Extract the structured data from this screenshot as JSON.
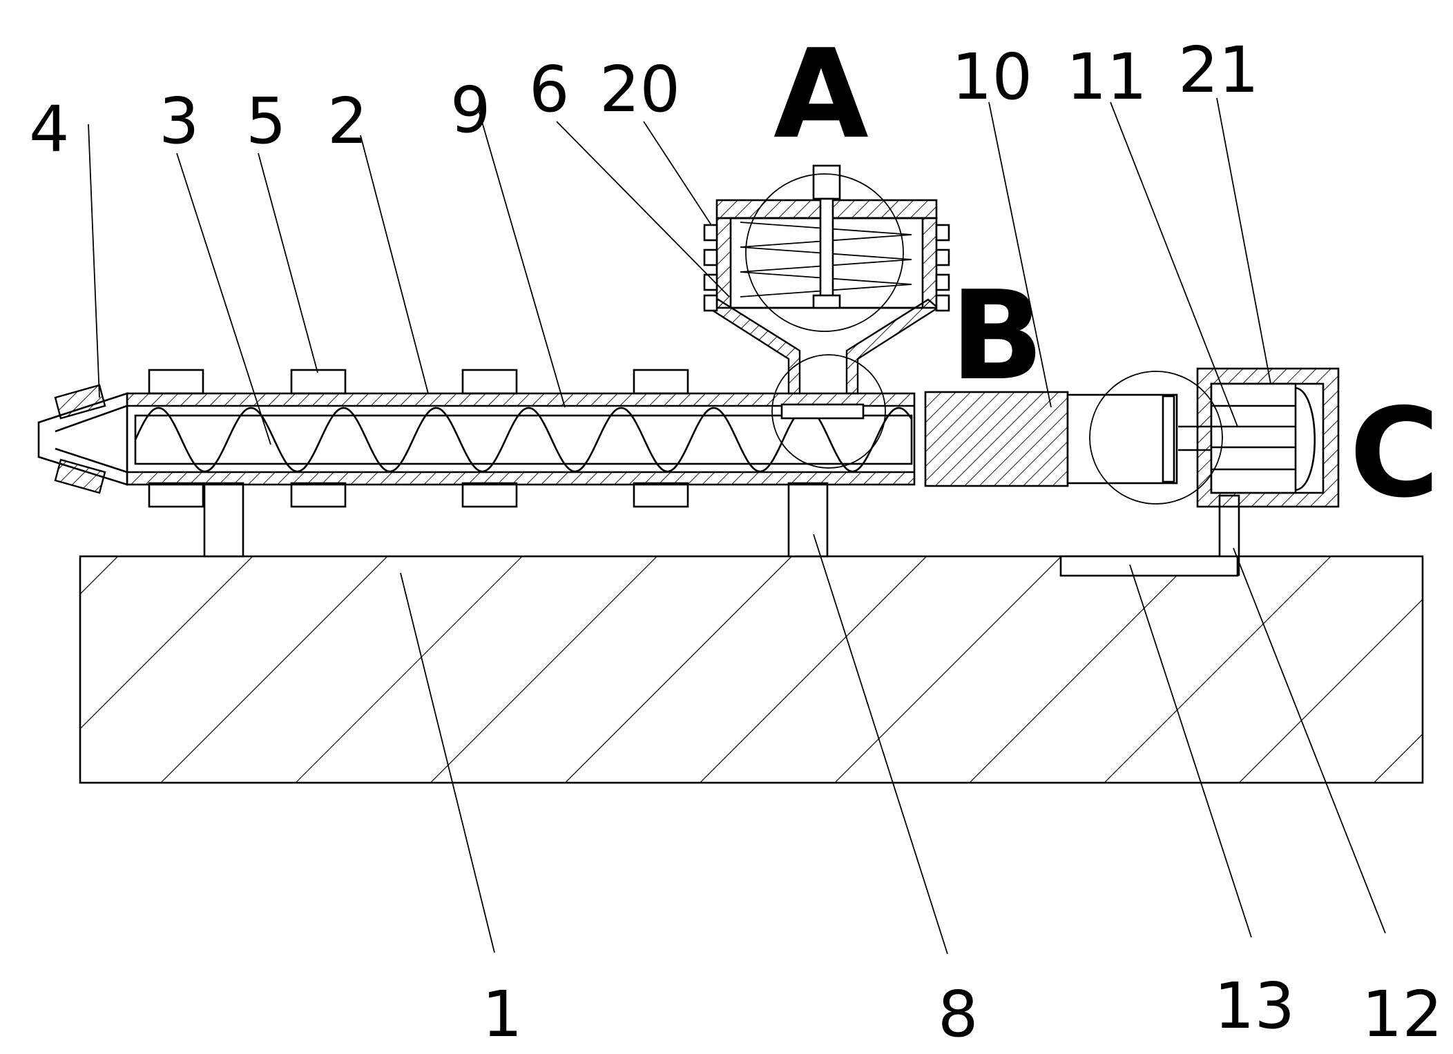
{
  "figure": {
    "part_labels": [
      "4",
      "3",
      "5",
      "2",
      "9",
      "6",
      "20",
      "10",
      "11",
      "21",
      "1",
      "8",
      "13",
      "12"
    ],
    "section_labels": [
      "A",
      "B",
      "C"
    ]
  }
}
